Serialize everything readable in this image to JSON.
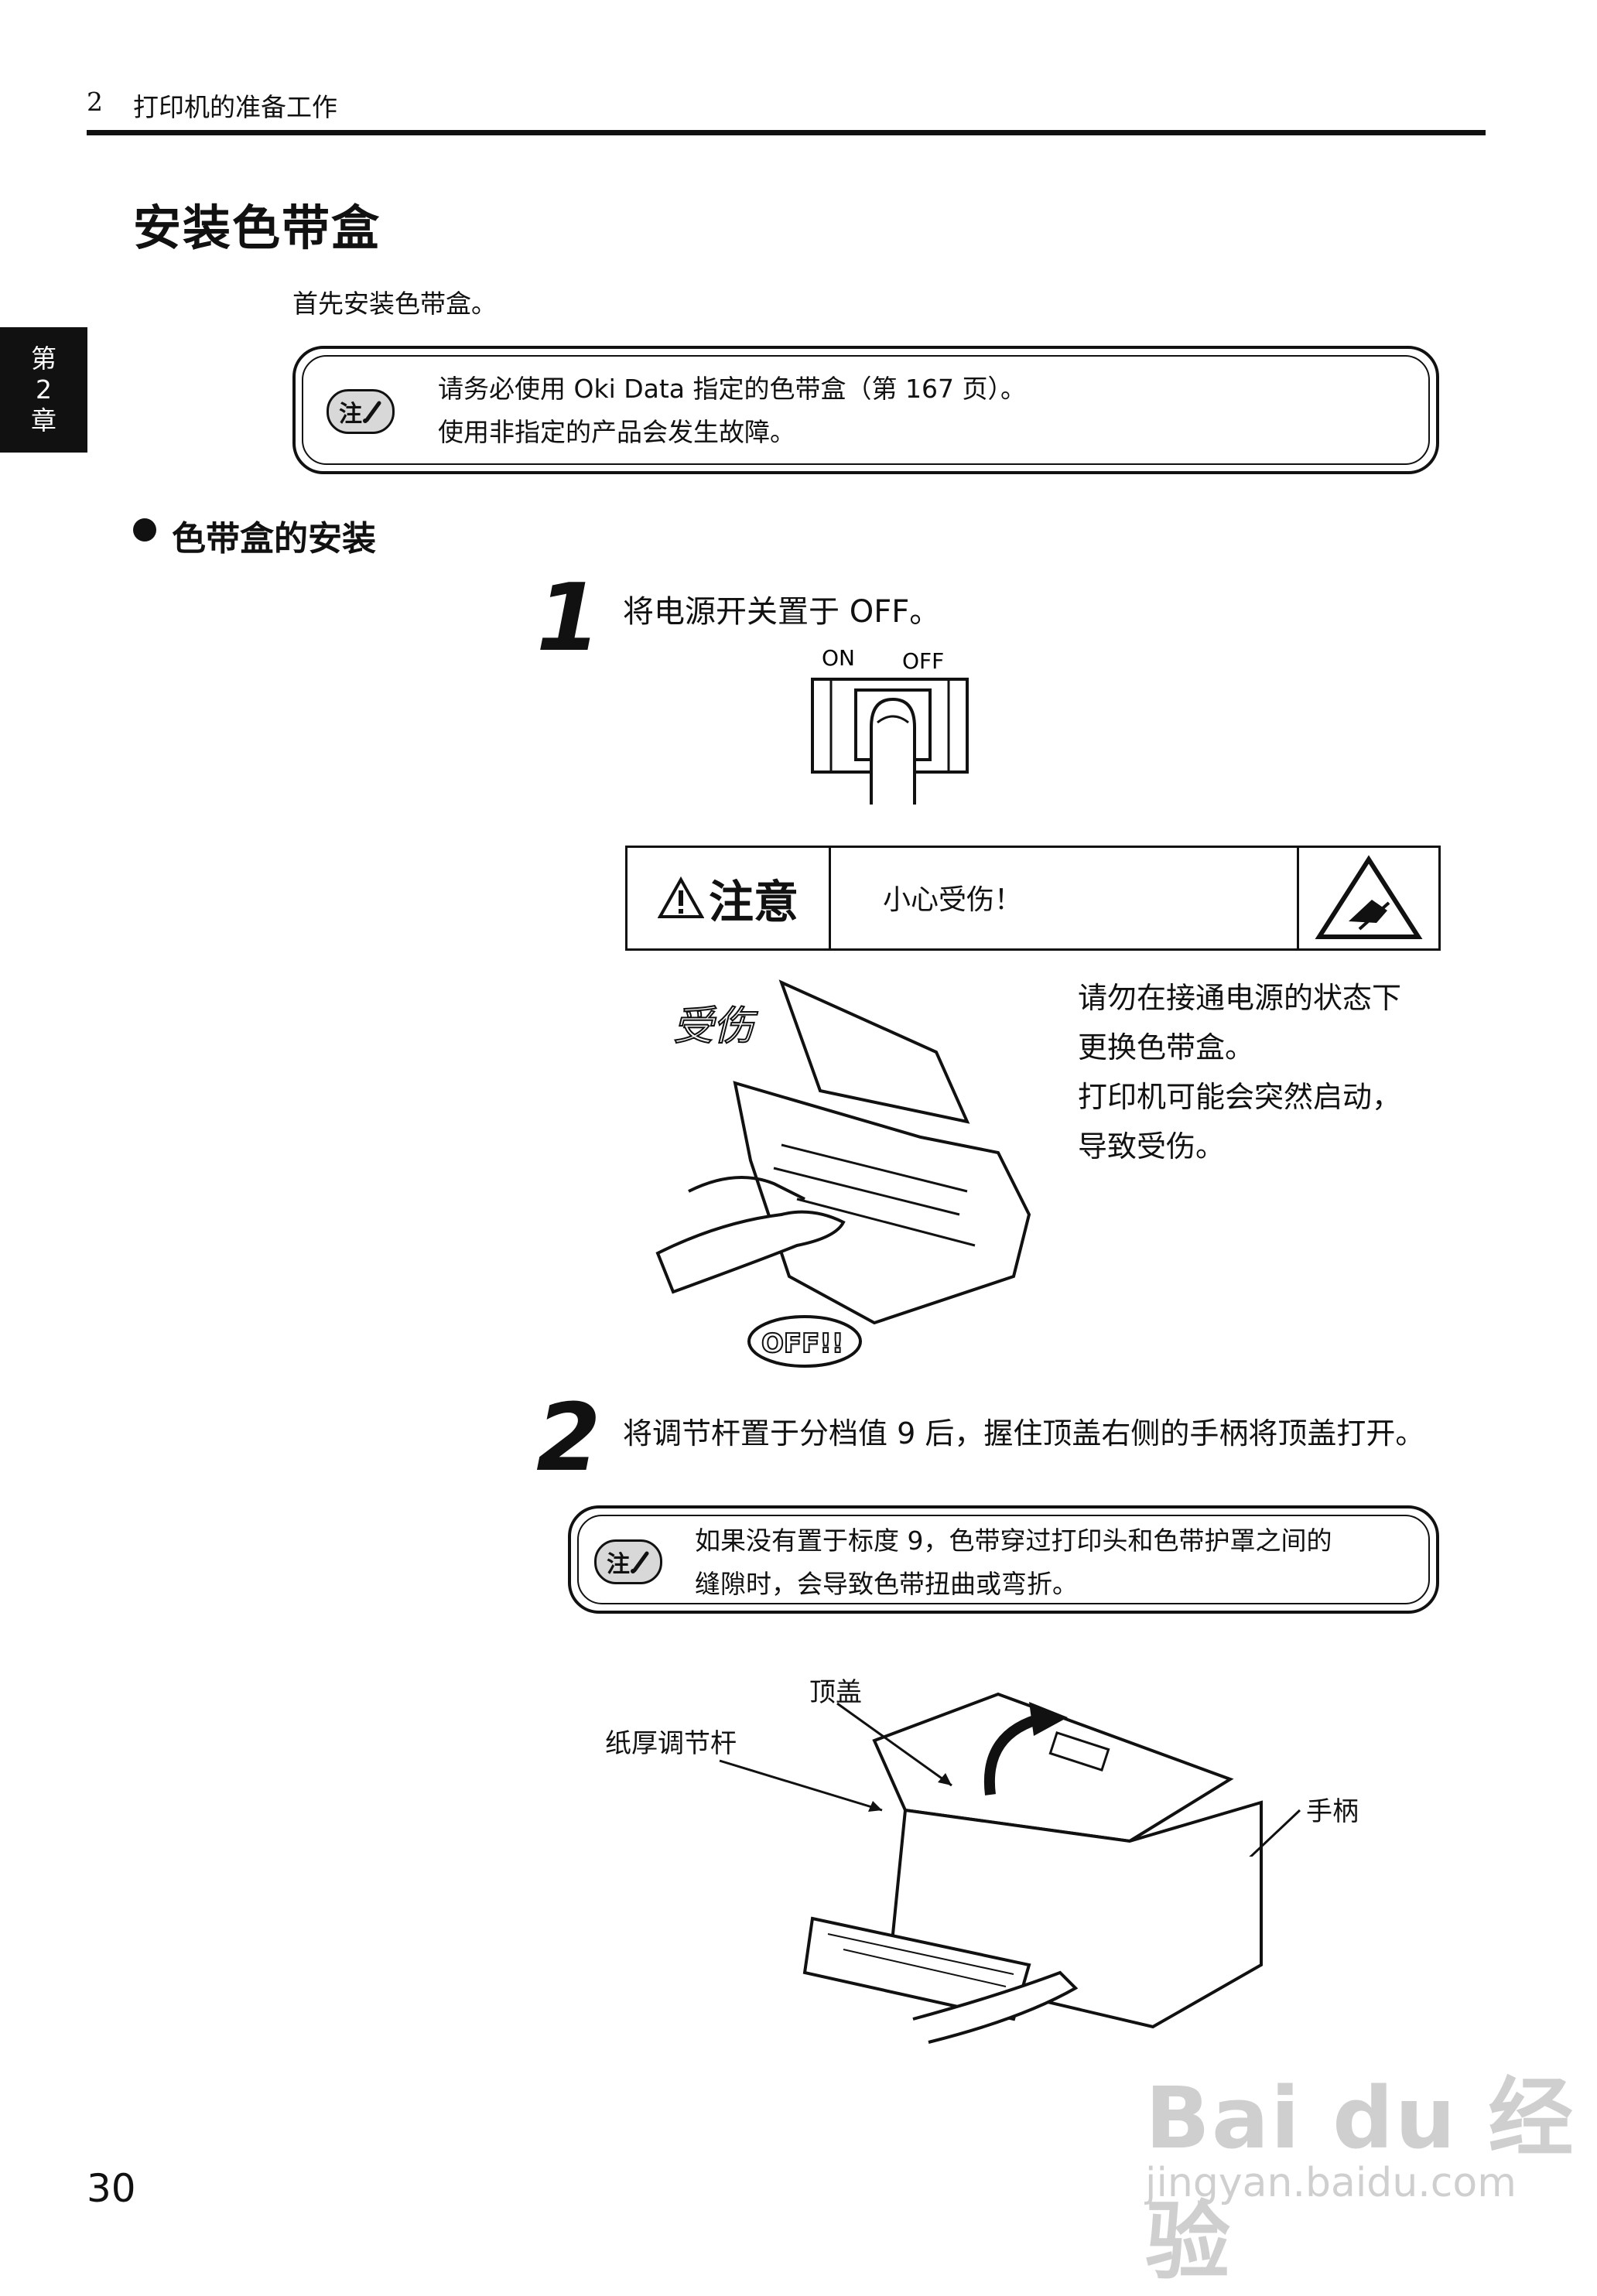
{
  "header": {
    "chapter_number": "2",
    "chapter_title": "打印机的准备工作"
  },
  "chapter_tab": {
    "line1": "第",
    "line2": "2",
    "line3": "章"
  },
  "section": {
    "title": "安装色带盒",
    "intro": "首先安装色带盒。"
  },
  "note_badge": "注",
  "note1": {
    "line1": "请务必使用 Oki Data 指定的色带盒（第 167 页）。",
    "line2": "使用非指定的产品会发生故障。"
  },
  "subsection": {
    "title": "色带盒的安装"
  },
  "step1": {
    "number": "1",
    "text": "将电源开关置于 OFF。",
    "switch_on_label": "ON",
    "switch_off_label": "OFF"
  },
  "caution": {
    "heading": "注意",
    "text": "小心受伤！"
  },
  "warning_illustration": {
    "injury_label": "受伤",
    "off_label": "OFF!!",
    "text_lines": [
      "请勿在接通电源的状态下",
      "更换色带盒。",
      "打印机可能会突然启动，",
      "导致受伤。"
    ]
  },
  "step2": {
    "number": "2",
    "text": "将调节杆置于分档值 9 后，握住顶盖右侧的手柄将顶盖打开。"
  },
  "note2": {
    "line1": "如果没有置于标度 9，色带穿过打印头和色带护罩之间的",
    "line2": "缝隙时，会导致色带扭曲或弯折。"
  },
  "printer_labels": {
    "top_cover": "顶盖",
    "lever": "纸厚调节杆",
    "handle": "手柄"
  },
  "page_number": "30",
  "watermark": {
    "brand": "Bai du 经验",
    "url": "jingyan.baidu.com"
  }
}
